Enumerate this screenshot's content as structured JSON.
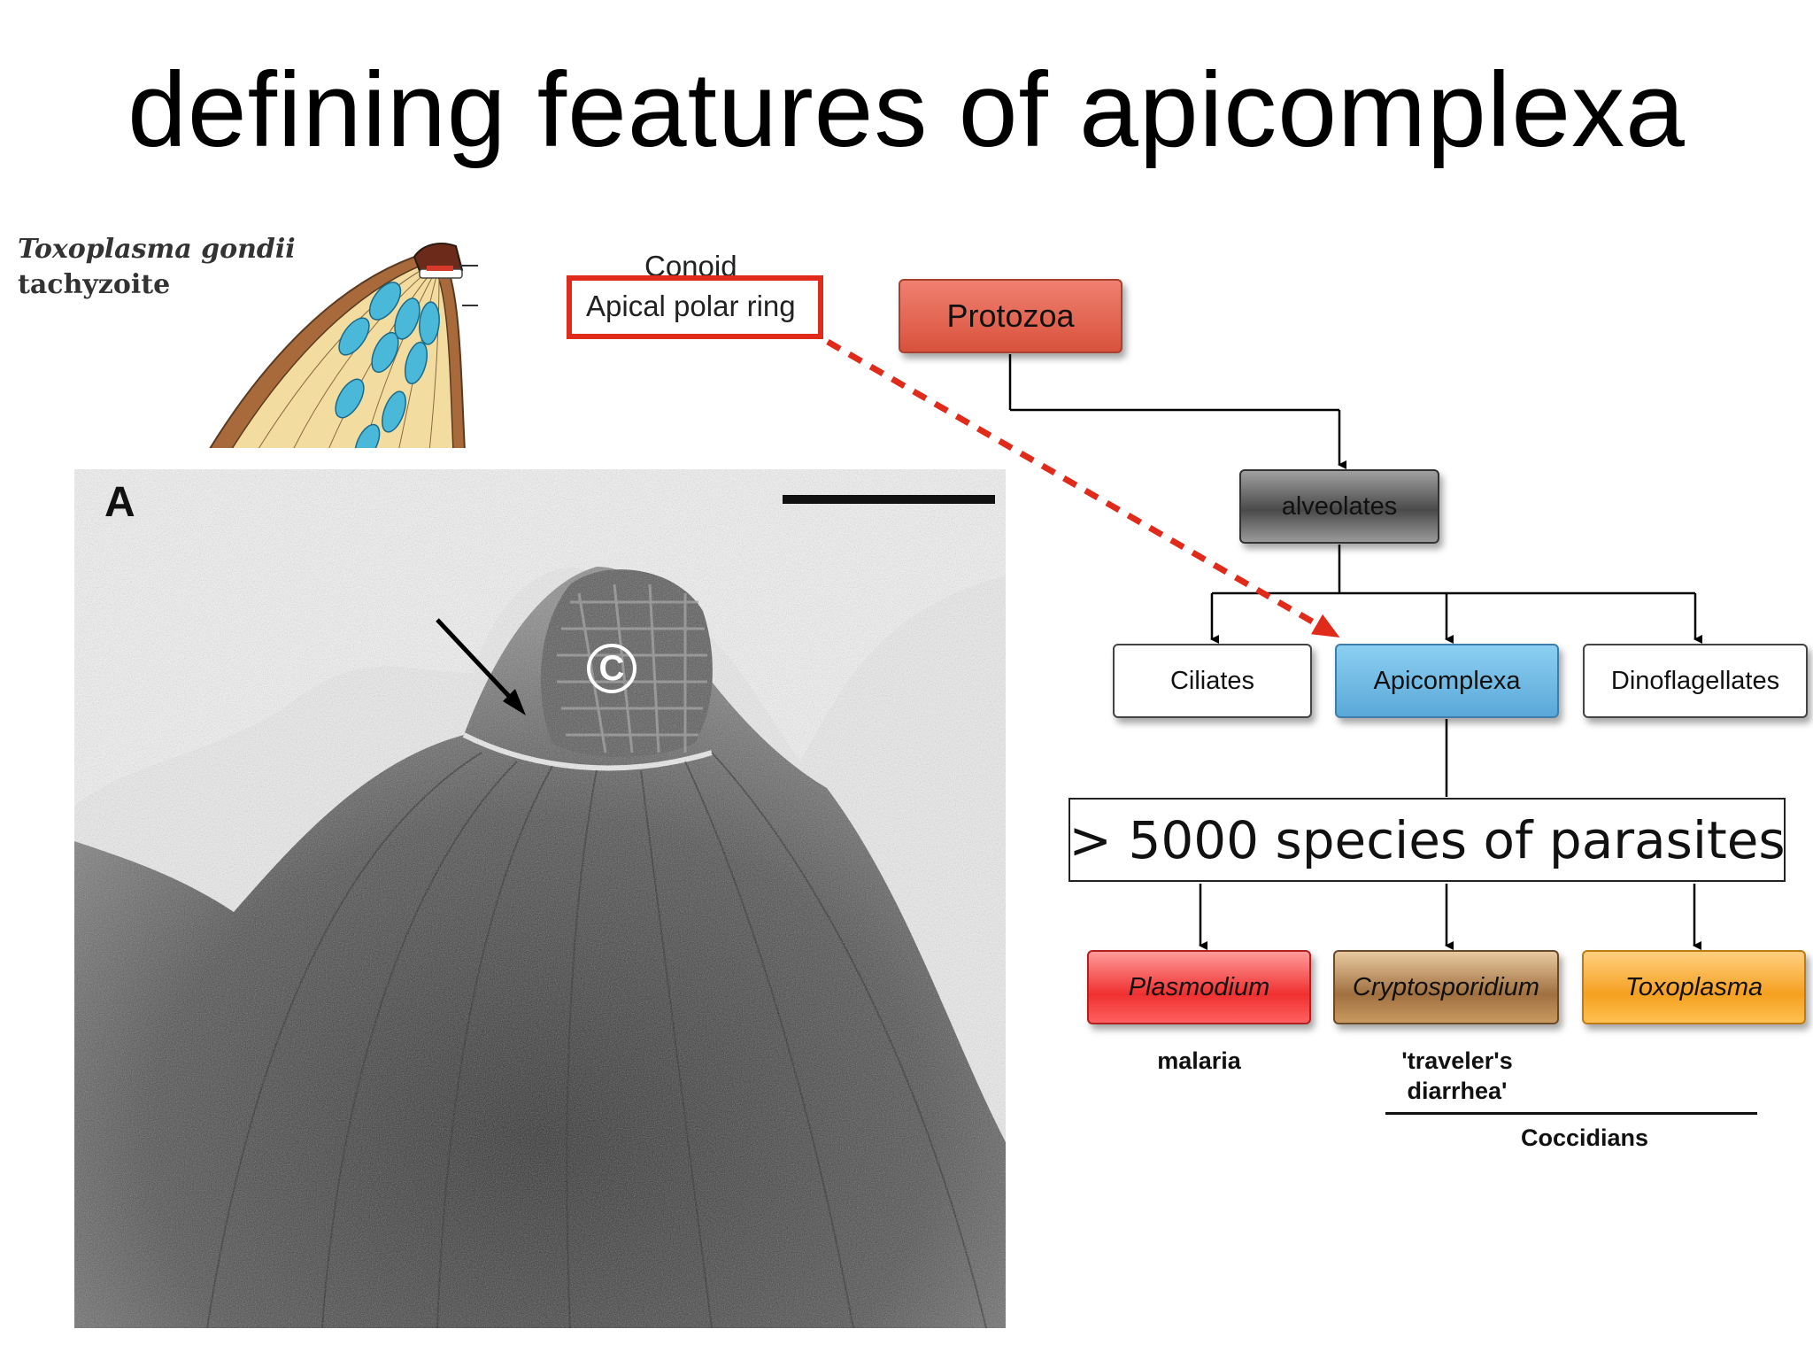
{
  "title": "defining features of apicomplexa",
  "illustration": {
    "organism_line1": "Toxoplasma gondii",
    "organism_line2": "tachyzoite",
    "label_conoid": "Conoid",
    "label_apical_polar_ring": "Apical polar ring"
  },
  "micrograph": {
    "panel_letter": "A",
    "conoid_marker": "C"
  },
  "tree": {
    "root": "Protozoa",
    "level1": "alveolates",
    "level2": [
      "Ciliates",
      "Apicomplexa",
      "Dinoflagellates"
    ],
    "species_note": "> 5000 species of parasites",
    "genera": [
      "Plasmodium",
      "Cryptosporidium",
      "Toxoplasma"
    ],
    "diseases": {
      "plasmodium": "malaria",
      "cryptosporidium_line1": "'traveler's",
      "cryptosporidium_line2": "diarrhea'"
    },
    "group_label": "Coccidians"
  },
  "colors": {
    "highlight_red": "#e02a1a",
    "protozoa": "#e06a55",
    "apicomplexa": "#6fb8e3",
    "plasmodium": "#f24040",
    "cryptosporidium": "#a87a48",
    "toxoplasma": "#f5a83a"
  }
}
